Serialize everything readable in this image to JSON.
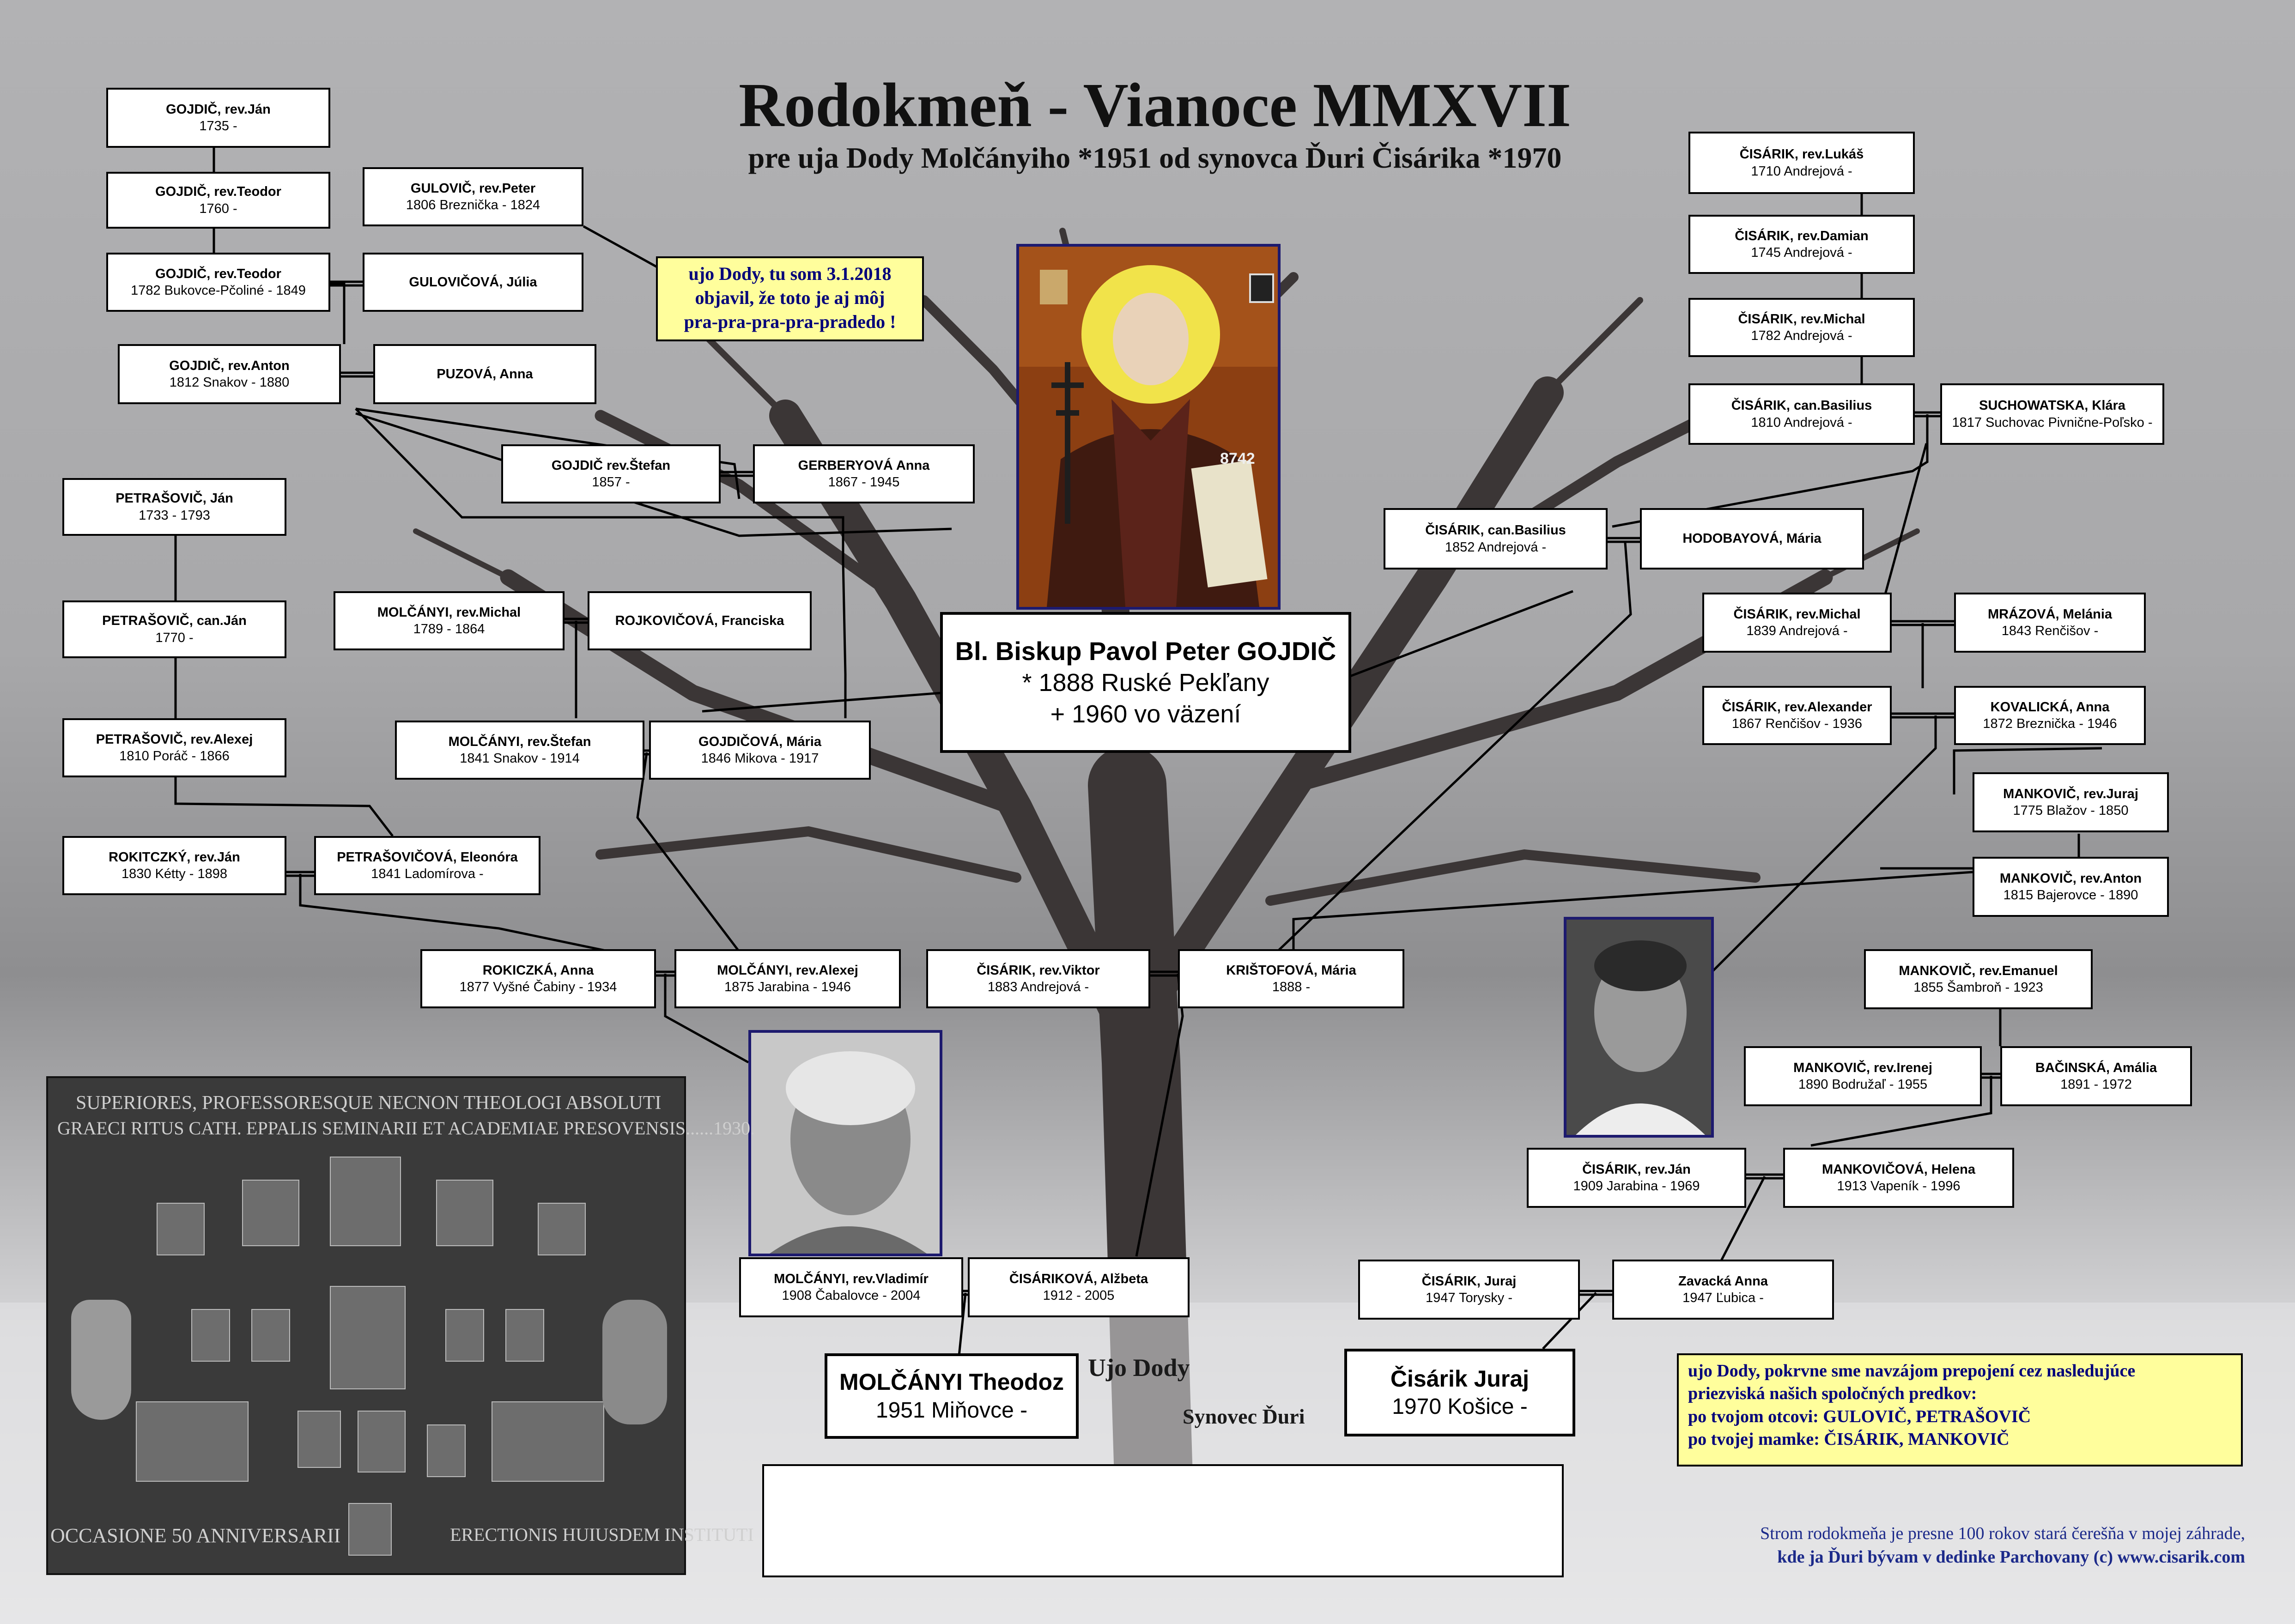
{
  "title": "Rodokmeň - Vianoce MMXVII",
  "subtitle": "pre uja Dody Molčányiho *1951 od synovca Ďuri Čisárika *1970",
  "note_top": [
    "ujo Dody, tu som 3.1.2018",
    "objavil, že toto je aj môj",
    "pra-pra-pra-pra-pradedo !"
  ],
  "note_bottom": [
    "ujo Dody, pokrvne sme navzájom prepojení cez nasledujúce",
    "priezviská našich spoločných predkov:",
    "po tvojom otcovi: GULOVIČ, PETRAŠOVIČ",
    "po tvojej mamke: ČISÁRIK, MANKOVIČ"
  ],
  "footer": [
    "Strom rodokmeňa je presne 100 rokov stará čerešňa v mojej záhrade,",
    "kde ja Ďuri bývam v dedinke Parchovany (c) www.cisarik.com"
  ],
  "label_ujo": "Ujo Dody",
  "label_synovec": "Synovec Ďuri",
  "bishop": {
    "name": "Bl. Biskup Pavol Peter GOJDIČ",
    "born": "* 1888 Ruské Pekľany",
    "died": "+ 1960 vo väzení"
  },
  "icon_text": "8742",
  "photo_panel": {
    "top_line1": "SUPERIORES, PROFESSORESQUE NECNON THEOLOGI ABSOLUTI",
    "top_line2": "GRAECI RITUS CATH. EPPALIS SEMINARII ET ACADEMIAE PRESOVENSIS......1930.",
    "bottom_left": "OCCASIONE 50 ANNIVERSARII",
    "bottom_right": "ERECTIONIS HUIUSDEM INSTITUTI"
  },
  "people": {
    "gojdic_jan": {
      "name": "GOJDIČ, rev.Ján",
      "dates": "1735 -"
    },
    "gojdic_teodor1": {
      "name": "GOJDIČ, rev.Teodor",
      "dates": "1760 -"
    },
    "gojdic_teodor2": {
      "name": "GOJDIČ, rev.Teodor",
      "dates": "1782 Bukovce-Pčoliné - 1849"
    },
    "gojdic_anton": {
      "name": "GOJDIČ, rev.Anton",
      "dates": "1812 Snakov - 1880"
    },
    "gulovic_peter": {
      "name": "GULOVIČ, rev.Peter",
      "dates": "1806 Breznička - 1824"
    },
    "gulovicova_julia": {
      "name": "GULOVIČOVÁ, Júlia",
      "dates": ""
    },
    "puzova_anna": {
      "name": "PUZOVÁ, Anna",
      "dates": ""
    },
    "gojdic_stefan": {
      "name": "GOJDIČ rev.Štefan",
      "dates": "1857 -"
    },
    "gerberyova_anna": {
      "name": "GERBERYOVÁ Anna",
      "dates": "1867 - 1945"
    },
    "petrasovic_jan1": {
      "name": "PETRAŠOVIČ, Ján",
      "dates": "1733 - 1793"
    },
    "petrasovic_jan2": {
      "name": "PETRAŠOVIČ, can.Ján",
      "dates": "1770 -"
    },
    "petrasovic_alexej": {
      "name": "PETRAŠOVIČ, rev.Alexej",
      "dates": "1810 Poráč - 1866"
    },
    "rokitczky_jan": {
      "name": "ROKITCZKÝ, rev.Ján",
      "dates": "1830 Kétty - 1898"
    },
    "petrasovicova_eleonora": {
      "name": "PETRAŠOVIČOVÁ, Eleonóra",
      "dates": "1841 Ladomírova -"
    },
    "molcanyi_michal": {
      "name": "MOLČÁNYI, rev.Michal",
      "dates": "1789 - 1864"
    },
    "rojkovicova_franciska": {
      "name": "ROJKOVIČOVÁ, Franciska",
      "dates": ""
    },
    "molcanyi_stefan": {
      "name": "MOLČÁNYI, rev.Štefan",
      "dates": "1841 Snakov - 1914"
    },
    "gojdicova_maria": {
      "name": "GOJDIČOVÁ, Mária",
      "dates": "1846 Mikova - 1917"
    },
    "rokiczka_anna": {
      "name": "ROKICZKÁ, Anna",
      "dates": "1877 Vyšné Čabiny - 1934"
    },
    "molcanyi_alexej": {
      "name": "MOLČÁNYI, rev.Alexej",
      "dates": "1875 Jarabina - 1946"
    },
    "cisarik_viktor": {
      "name": "ČISÁRIK, rev.Viktor",
      "dates": "1883 Andrejová -"
    },
    "kristofova_maria": {
      "name": "KRIŠTOFOVÁ, Mária",
      "dates": "1888 -"
    },
    "molcanyi_vladimir": {
      "name": "MOLČÁNYI, rev.Vladimír",
      "dates": "1908 Čabalovce - 2004"
    },
    "cisarikova_alzbeta": {
      "name": "ČISÁRIKOVÁ, Alžbeta",
      "dates": "1912 - 2005"
    },
    "molcanyi_theodoz": {
      "name": "MOLČÁNYI Theodoz",
      "dates": "1951 Miňovce -"
    },
    "cisarik_lukas": {
      "name": "ČISÁRIK, rev.Lukáš",
      "dates": "1710 Andrejová -"
    },
    "cisarik_damian": {
      "name": "ČISÁRIK, rev.Damian",
      "dates": "1745 Andrejová -"
    },
    "cisarik_michal1": {
      "name": "ČISÁRIK, rev.Michal",
      "dates": "1782 Andrejová -"
    },
    "cisarik_basilius1": {
      "name": "ČISÁRIK, can.Basilius",
      "dates": "1810 Andrejová -"
    },
    "suchowatska_klara": {
      "name": "SUCHOWATSKA, Klára",
      "dates": "1817 Suchovac Pivnične-Poľsko -"
    },
    "cisarik_basilius2": {
      "name": "ČISÁRIK, can.Basilius",
      "dates": "1852 Andrejová -"
    },
    "hodobayova_maria": {
      "name": "HODOBAYOVÁ, Mária",
      "dates": ""
    },
    "cisarik_michal2": {
      "name": "ČISÁRIK, rev.Michal",
      "dates": "1839 Andrejová -"
    },
    "mrazova_melania": {
      "name": "MRÁZOVÁ, Melánia",
      "dates": "1843 Renčišov -"
    },
    "cisarik_alexander": {
      "name": "ČISÁRIK, rev.Alexander",
      "dates": "1867 Renčišov - 1936"
    },
    "kovalicka_anna": {
      "name": "KOVALICKÁ, Anna",
      "dates": "1872 Breznička - 1946"
    },
    "mankovic_juraj": {
      "name": "MANKOVIČ, rev.Juraj",
      "dates": "1775 Blažov - 1850"
    },
    "mankovic_anton": {
      "name": "MANKOVIČ, rev.Anton",
      "dates": "1815 Bajerovce - 1890"
    },
    "mankovic_emanuel": {
      "name": "MANKOVIČ, rev.Emanuel",
      "dates": "1855 Šambroň - 1923"
    },
    "mankovic_irenej": {
      "name": "MANKOVIČ, rev.Irenej",
      "dates": "1890 Bodružaľ - 1955"
    },
    "bacinska_amalia": {
      "name": "BAČINSKÁ, Amália",
      "dates": "1891 - 1972"
    },
    "cisarik_jan": {
      "name": "ČISÁRIK, rev.Ján",
      "dates": "1909 Jarabina - 1969"
    },
    "mankovicova_helena": {
      "name": "MANKOVIČOVÁ, Helena",
      "dates": "1913 Vapeník - 1996"
    },
    "cisarik_juraj1": {
      "name": "ČISÁRIK, Juraj",
      "dates": "1947 Torysky -"
    },
    "zavacka_anna": {
      "name": "Zavacká Anna",
      "dates": "1947 Ľubica -"
    },
    "cisarik_juraj2": {
      "name": "Čisárik Juraj",
      "dates": "1970 Košice -"
    }
  },
  "colors": {
    "frame": "#1d1a6e",
    "note_bg": "#fffe9c",
    "note_text": "#00007a",
    "footer_text": "#1c2a8a"
  }
}
